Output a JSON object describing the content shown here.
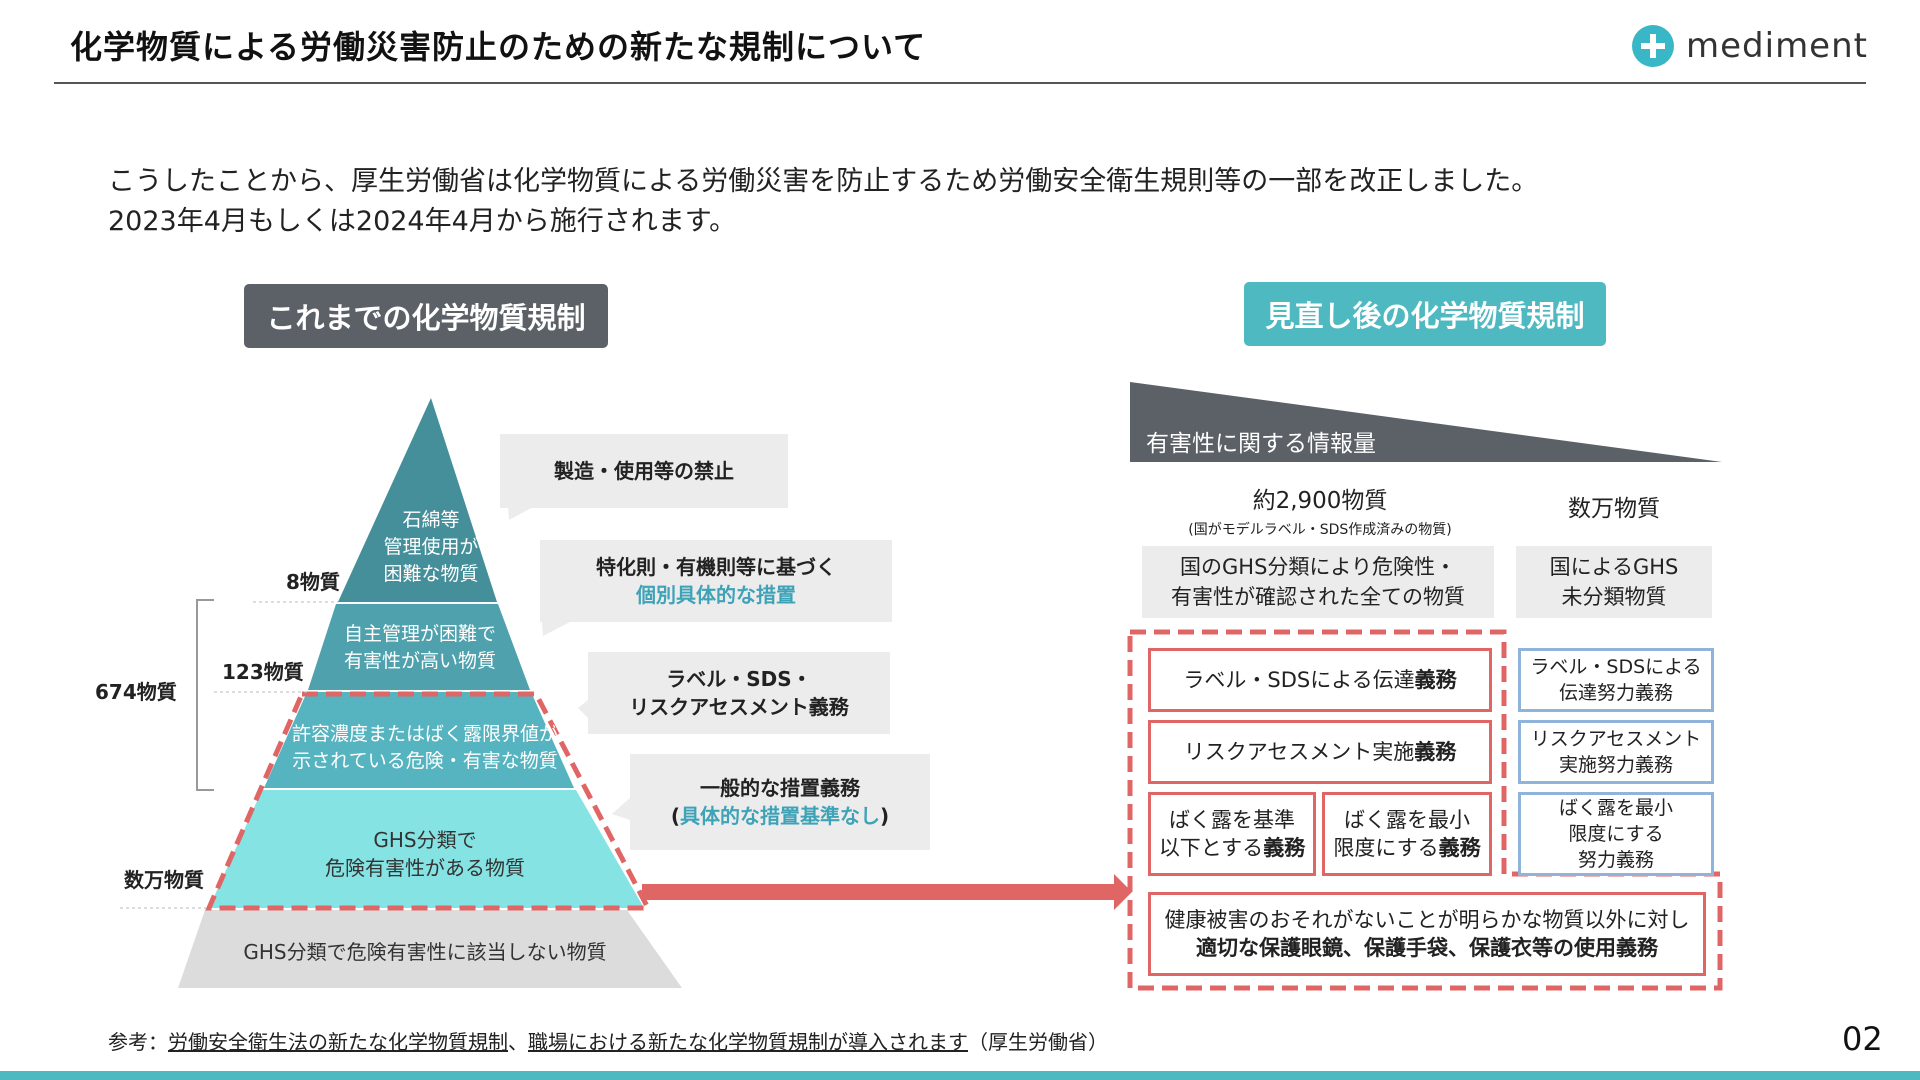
{
  "header": {
    "title": "化学物質による労働災害防止のための新たな規制について",
    "logo_text": "mediment"
  },
  "intro": {
    "line1": "こうしたことから、厚生労働省は化学物質による労働災害を防止するため労働安全衛生規則等の一部を改正しました。",
    "line2": "2023年4月もしくは2024年4月から施行されます。"
  },
  "old": {
    "heading": "これまでの化学物質規制",
    "pyramid": {
      "tier1": [
        "石綿等",
        "管理使用が",
        "困難な物質"
      ],
      "tier2": [
        "自主管理が困難で",
        "有害性が高い物質"
      ],
      "tier3": [
        "許容濃度またはばく露限界値が",
        "示されている危険・有害な物質"
      ],
      "tier4": [
        "GHS分類で",
        "危険有害性がある物質"
      ],
      "base": "GHS分類で危険有害性に該当しない物質"
    },
    "counts": {
      "c8": "8物質",
      "c123": "123物質",
      "c674": "674物質",
      "many": "数万物質"
    },
    "callouts": {
      "c1": "製造・使用等の禁止",
      "c2a": "特化則・有機則等に基づく",
      "c2b": "個別具体的な措置",
      "c3a": "ラベル・SDS・",
      "c3b": "リスクアセスメント義務",
      "c4a": "一般的な措置義務",
      "c4b_open": "(",
      "c4b_teal": "具体的な措置基準なし",
      "c4b_close": ")"
    }
  },
  "new": {
    "heading": "見直し後の化学物質規制",
    "info_label": "有害性に関する情報量",
    "col1_title": "約2,900物質",
    "col1_note": "(国がモデルラベル・SDS作成済みの物質)",
    "col2_title": "数万物質",
    "col1_desc": [
      "国のGHS分類により危険性・",
      "有害性が確認された全ての物質"
    ],
    "col2_desc": [
      "国によるGHS",
      "未分類物質"
    ],
    "r1a": "ラベル・SDSによる伝達",
    "r1b": "義務",
    "r2a": "リスクアセスメント実施",
    "r2b": "義務",
    "r3a": "ばく露を基準",
    "r3b": "以下とする",
    "r3c": "義務",
    "r4a": "ばく露を最小",
    "r4b": "限度にする",
    "r4c": "義務",
    "b1": [
      "ラベル・SDSによる",
      "伝達努力義務"
    ],
    "b2": [
      "リスクアセスメント",
      "実施努力義務"
    ],
    "b3": [
      "ばく露を最小",
      "限度にする",
      "努力義務"
    ],
    "bottom_a": "健康被害のおそれがないことが明らかな物質以外に対し",
    "bottom_b": "適切な保護眼鏡、保護手袋、保護衣等の使用義務"
  },
  "footer": {
    "prefix": "参考：",
    "link1": "労働安全衛生法の新たな化学物質規制",
    "sep": "、",
    "link2": "職場における新たな化学物質規制が導入されます",
    "suffix": "（厚生労働省）"
  },
  "page_number": "02",
  "colors": {
    "accent": "#4fb9c2",
    "gray": "#5b6166",
    "red": "#e06565",
    "blue": "#8fb3da"
  }
}
